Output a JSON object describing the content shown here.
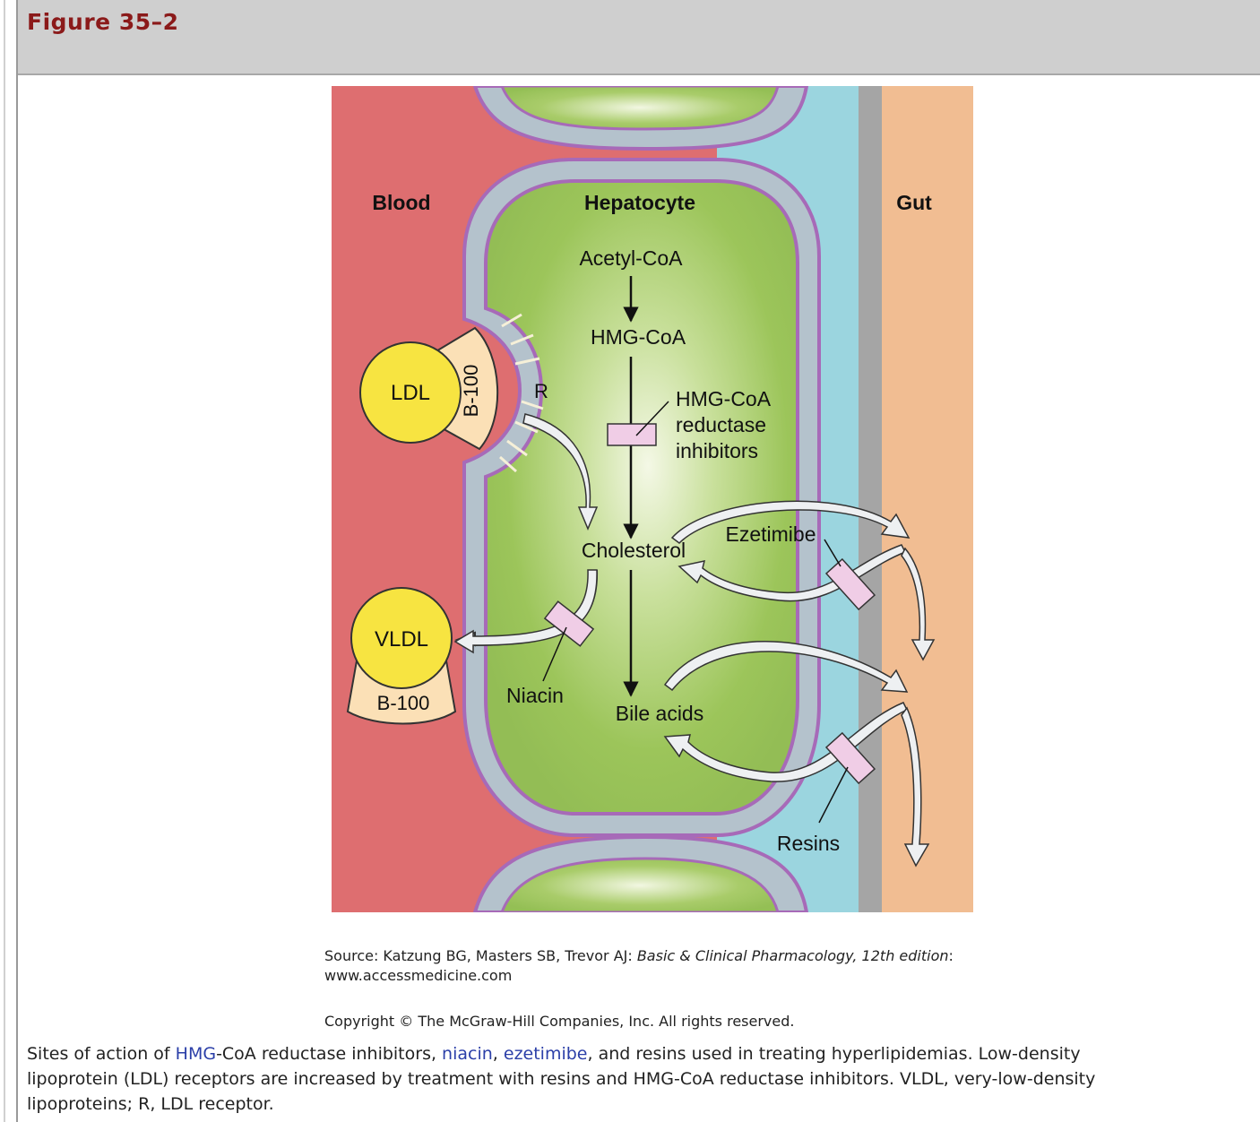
{
  "header": {
    "title": "Figure 35–2"
  },
  "figure": {
    "regions": {
      "blood": "Blood",
      "hepatocyte": "Hepatocyte",
      "gut": "Gut"
    },
    "pathway": {
      "acetyl_coa": "Acetyl-CoA",
      "hmg_coa": "HMG-CoA",
      "cholesterol": "Cholesterol",
      "bile_acids": "Bile acids"
    },
    "particles": {
      "ldl": "LDL",
      "ldl_apo": "B-100",
      "receptor": "R",
      "vldl": "VLDL",
      "vldl_apo": "B-100"
    },
    "drugs": {
      "hmg_line1": "HMG-CoA",
      "hmg_line2": "reductase",
      "hmg_line3": "inhibitors",
      "ezetimibe": "Ezetimibe",
      "niacin": "Niacin",
      "resins": "Resins"
    },
    "colors": {
      "blood": "#de6e70",
      "hepatocyte": "#9cc55a",
      "membrane": "#b4c2cc",
      "membrane_edge": "#a76ab8",
      "gut_lumen": "#9bd5df",
      "gut_wall": "#a5a5a5",
      "gut": "#f1bd92",
      "particle": "#f7e441",
      "apoprotein": "#fbe0b6",
      "drug_block": "#f0cde6"
    }
  },
  "source": {
    "prefix": "Source: Katzung BG, Masters SB, Trevor AJ: ",
    "book": "Basic & Clinical Pharmacology, 12th edition",
    "suffix": ":",
    "url": "www.accessmedicine.com"
  },
  "copyright": "Copyright © The McGraw-Hill Companies, Inc. All rights reserved.",
  "caption": {
    "t1": "Sites of action of ",
    "link_hmg": "HMG",
    "t2": "-CoA reductase inhibitors, ",
    "link_niacin": "niacin",
    "t3": ", ",
    "link_ezetimibe": "ezetimibe",
    "t4": ", and resins used in treating hyperlipidemias. Low-density",
    "line2": "lipoprotein (LDL) receptors are increased by treatment with resins and HMG-CoA reductase inhibitors. VLDL, very-low-density",
    "line3": "lipoproteins; R, LDL receptor."
  }
}
